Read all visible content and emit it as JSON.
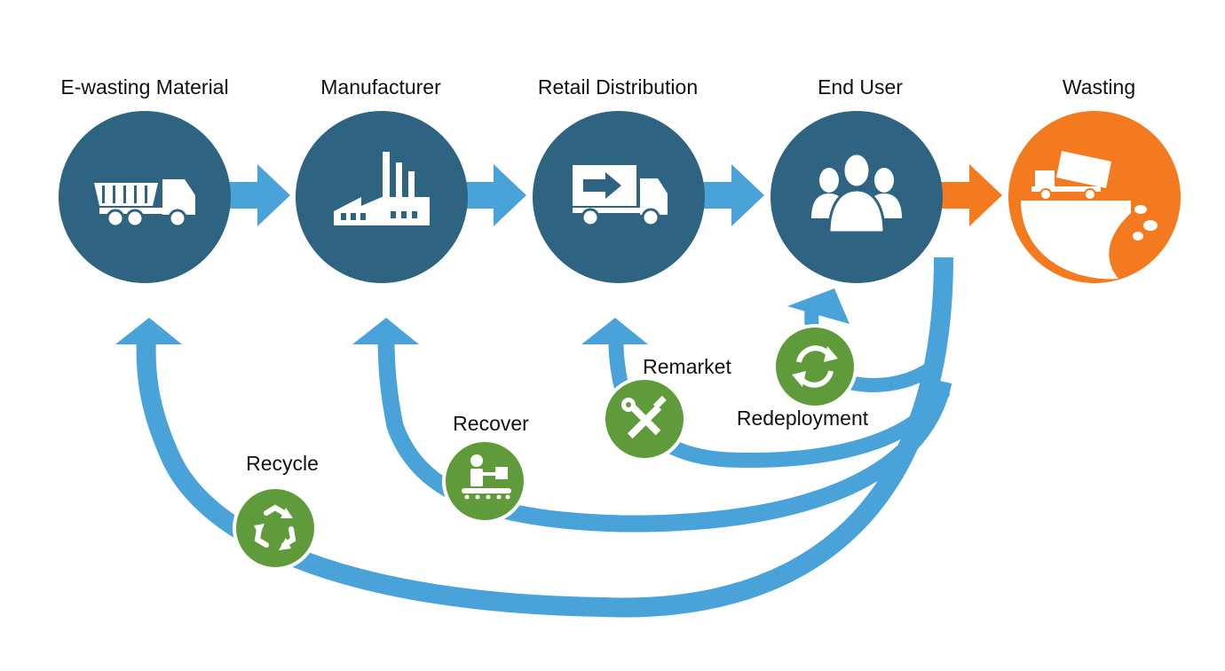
{
  "colors": {
    "stage_fill": "#2e6482",
    "flow_arrow": "#4aa3d8",
    "waste_fill": "#f47a20",
    "loop_fill": "#5f9b3a",
    "icon": "#ffffff"
  },
  "stages": [
    {
      "label": "E-wasting Material",
      "icon": "dump-truck-icon"
    },
    {
      "label": "Manufacturer",
      "icon": "factory-icon"
    },
    {
      "label": "Retail Distribution",
      "icon": "delivery-truck-icon"
    },
    {
      "label": "End User",
      "icon": "users-icon"
    },
    {
      "label": "Wasting",
      "icon": "landfill-dump-icon"
    }
  ],
  "loops": [
    {
      "label": "Recycle",
      "icon": "recycle-icon"
    },
    {
      "label": "Recover",
      "icon": "conveyor-worker-icon"
    },
    {
      "label": "Remarket",
      "icon": "wrench-screwdriver-icon"
    },
    {
      "label": "Redeployment",
      "icon": "refresh-icon"
    }
  ]
}
